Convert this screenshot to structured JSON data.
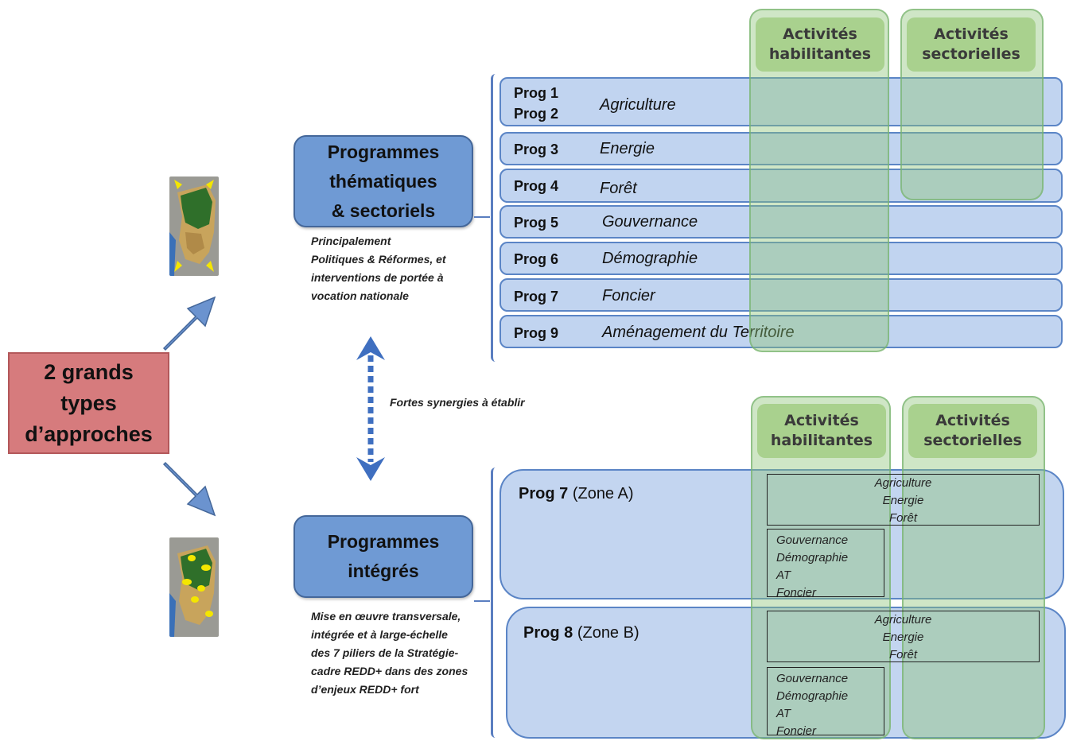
{
  "approach_label": "2 grands\ntypes\nd’approches",
  "thematic": {
    "title": "Programmes\nthématiques\n& sectoriels",
    "caption": "Principalement\nPolitiques & Réformes, et\ninterventions de portée à\nvocation nationale"
  },
  "integrated": {
    "title": "Programmes\nintégrés",
    "caption": "Mise en œuvre transversale,\nintégrée et à large-échelle\ndes 7 piliers de la Stratégie-\ncadre REDD+ dans des zones\nd’enjeux REDD+ fort"
  },
  "synergy_label": "Fortes synergies à établir",
  "activity_headers": {
    "enabling": "Activités\nhabilitantes",
    "sectoral": "Activités\nsectorielles"
  },
  "thematic_programmes": [
    {
      "id": "Prog 1\nProg 2",
      "name": "Agriculture"
    },
    {
      "id": "Prog 3",
      "name": "Energie"
    },
    {
      "id": "Prog 4",
      "name": "Forêt"
    },
    {
      "id": "Prog 5",
      "name": "Gouvernance"
    },
    {
      "id": "Prog 6",
      "name": "Démographie"
    },
    {
      "id": "Prog 7",
      "name": "Foncier"
    },
    {
      "id": "Prog 9",
      "name": "Aménagement du Territoire"
    }
  ],
  "zones": [
    {
      "prog": "Prog 7",
      "zone": "(Zone A)",
      "sectoral_list": "Agriculture\nEnergie\nForêt",
      "enabling_list": "Gouvernance\nDémographie\nAT\nFoncier"
    },
    {
      "prog": "Prog 8",
      "zone": "(Zone B)",
      "sectoral_list": "Agriculture\nEnergie\nForêt",
      "enabling_list": "Gouvernance\nDémographie\nAT\nFoncier"
    }
  ],
  "colors": {
    "approach": "#d67b7d",
    "programme_box": "#6f9ad4",
    "row_fill": "#b2c9ec",
    "green_header": "#a9d18e",
    "arrow": "#6b93cf"
  }
}
